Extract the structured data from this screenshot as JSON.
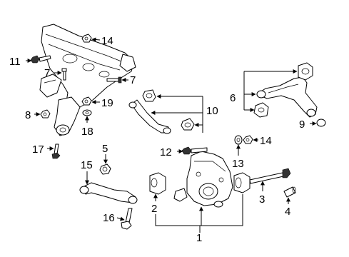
{
  "callouts": {
    "c1": "1",
    "c2": "2",
    "c3": "3",
    "c4": "4",
    "c5": "5",
    "c6": "6",
    "c7a": "7",
    "c7b": "7",
    "c8": "8",
    "c9": "9",
    "c10": "10",
    "c11": "11",
    "c12": "12",
    "c13": "13",
    "c14a": "14",
    "c14b": "14",
    "c15": "15",
    "c16": "16",
    "c17": "17",
    "c18": "18",
    "c19": "19"
  }
}
